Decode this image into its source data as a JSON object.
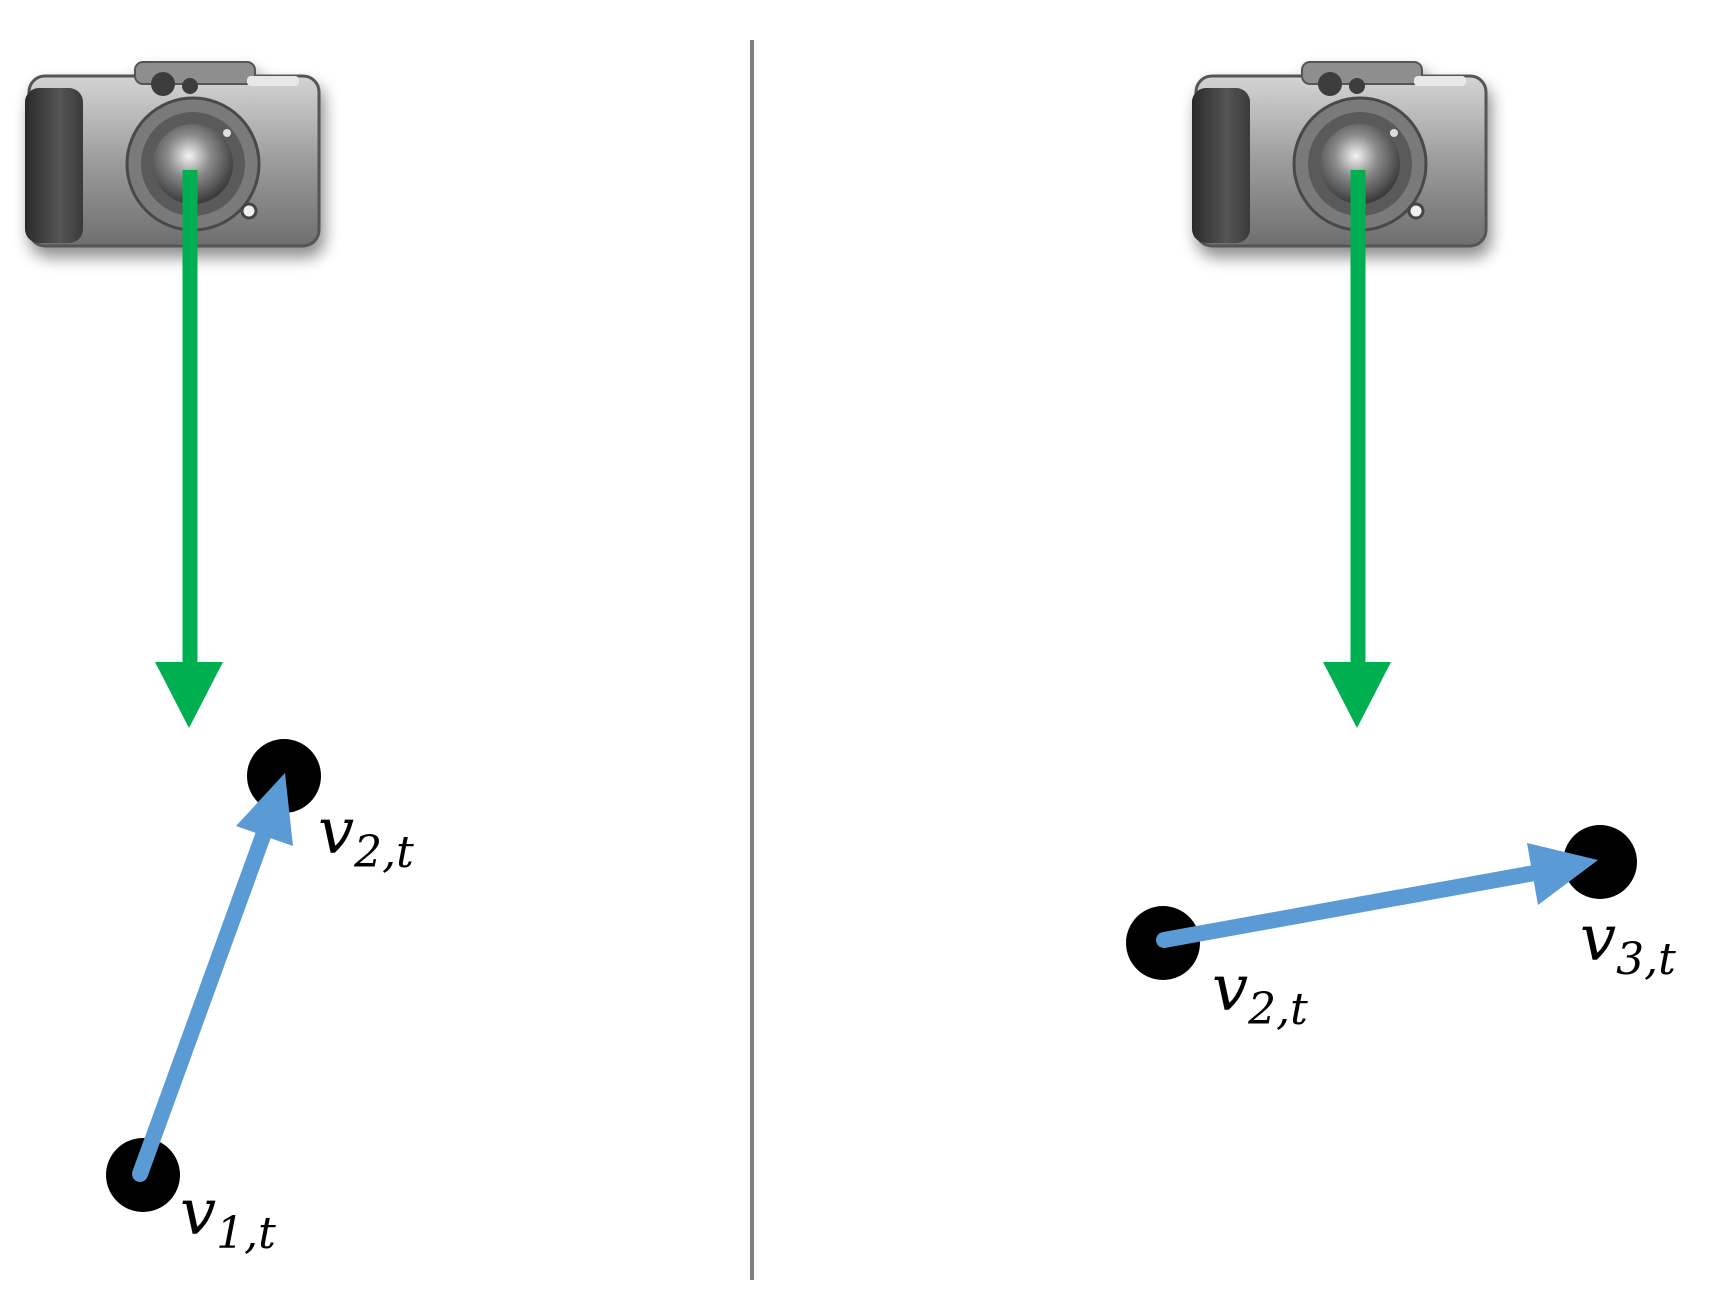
{
  "colors": {
    "background": "#ffffff",
    "divider": "#808080",
    "camera_view_arrow": "#00b050",
    "edge_arrow": "#5b9bd5",
    "node": "#000000"
  },
  "icons": {
    "camera": "camera-icon"
  },
  "left_panel": {
    "node_a": {
      "base": "v",
      "sub": "1,t"
    },
    "node_b": {
      "base": "v",
      "sub": "2,t"
    }
  },
  "right_panel": {
    "node_a": {
      "base": "v",
      "sub": "2,t"
    },
    "node_b": {
      "base": "v",
      "sub": "3,t"
    }
  }
}
